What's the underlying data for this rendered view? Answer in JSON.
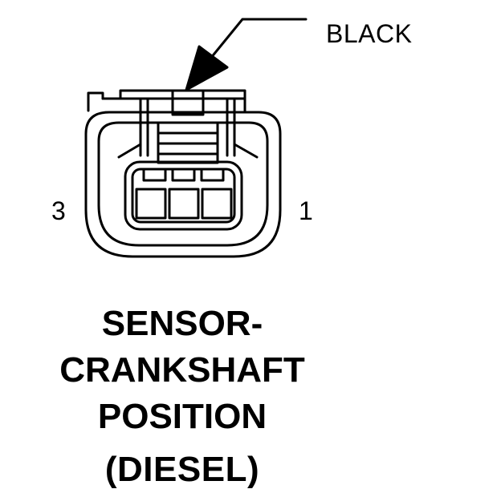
{
  "connector": {
    "wire_color": "BLACK",
    "pins": {
      "left": "3",
      "right": "1"
    }
  },
  "title": {
    "line1": "SENSOR-",
    "line2": "CRANKSHAFT",
    "line3": "POSITION",
    "line4": "(DIESEL)"
  }
}
